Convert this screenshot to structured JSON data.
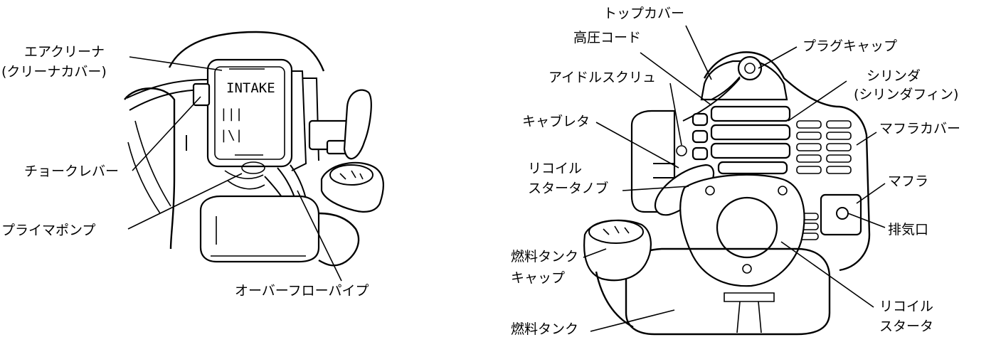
{
  "left_figure": {
    "intake_text": "INTAKE",
    "labels": {
      "air_cleaner_l1": "エアクリーナ",
      "air_cleaner_l2": "(クリーナカバー)",
      "choke_lever": "チョークレバー",
      "primer_pump": "プライマポンプ",
      "overflow_pipe": "オーバーフローパイプ"
    }
  },
  "right_figure": {
    "labels": {
      "top_cover": "トップカバー",
      "high_voltage_cord": "高圧コード",
      "plug_cap": "プラグキャップ",
      "idle_screw": "アイドルスクリュ",
      "cylinder_l1": "シリンダ",
      "cylinder_l2": "(シリンダフィン)",
      "carburetor": "キャブレタ",
      "muffler_cover": "マフラカバー",
      "recoil_knob_l1": "リコイル",
      "recoil_knob_l2": "スタータノブ",
      "muffler": "マフラ",
      "exhaust_port": "排気口",
      "fuel_tank_cap_l1": "燃料タンク",
      "fuel_tank_cap_l2": "キャップ",
      "fuel_tank": "燃料タンク",
      "recoil_starter_l1": "リコイル",
      "recoil_starter_l2": "スタータ"
    }
  }
}
